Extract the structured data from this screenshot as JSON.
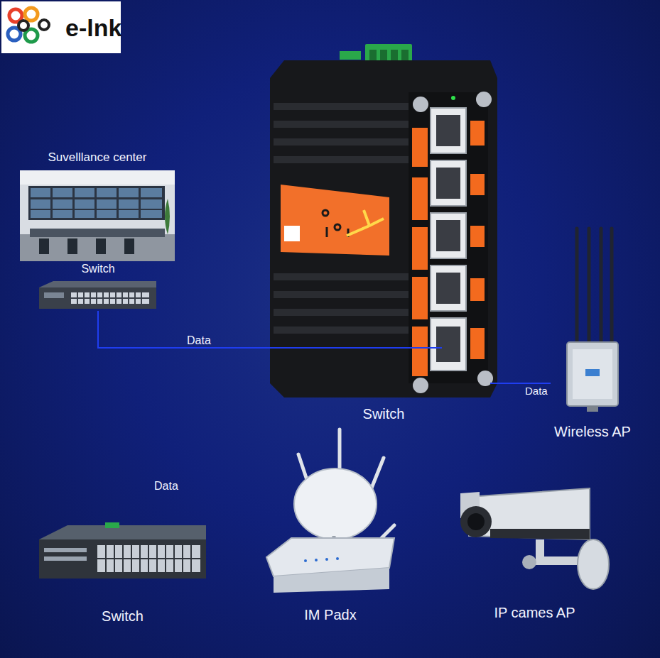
{
  "diagram": {
    "nodes": [
      {
        "text": [
          "Suvelllance center"
        ]
      },
      {
        "text": [
          "Switch"
        ]
      },
      {
        "text": [
          "Switch"
        ]
      },
      {
        "text": [
          "Wireless AP"
        ]
      },
      {
        "text": [
          "Switch"
        ]
      },
      {
        "text": [
          "IM Padx"
        ]
      },
      {
        "text": [
          "IP cames AP"
        ]
      }
    ],
    "edges": [
      {
        "from": 1,
        "to": 2,
        "label": "Data",
        "arrow": "none"
      },
      {
        "from": 2,
        "to": 3,
        "label": "Data",
        "arrow": "none"
      }
    ],
    "labels": [
      "e-lnk",
      "Data"
    ]
  }
}
